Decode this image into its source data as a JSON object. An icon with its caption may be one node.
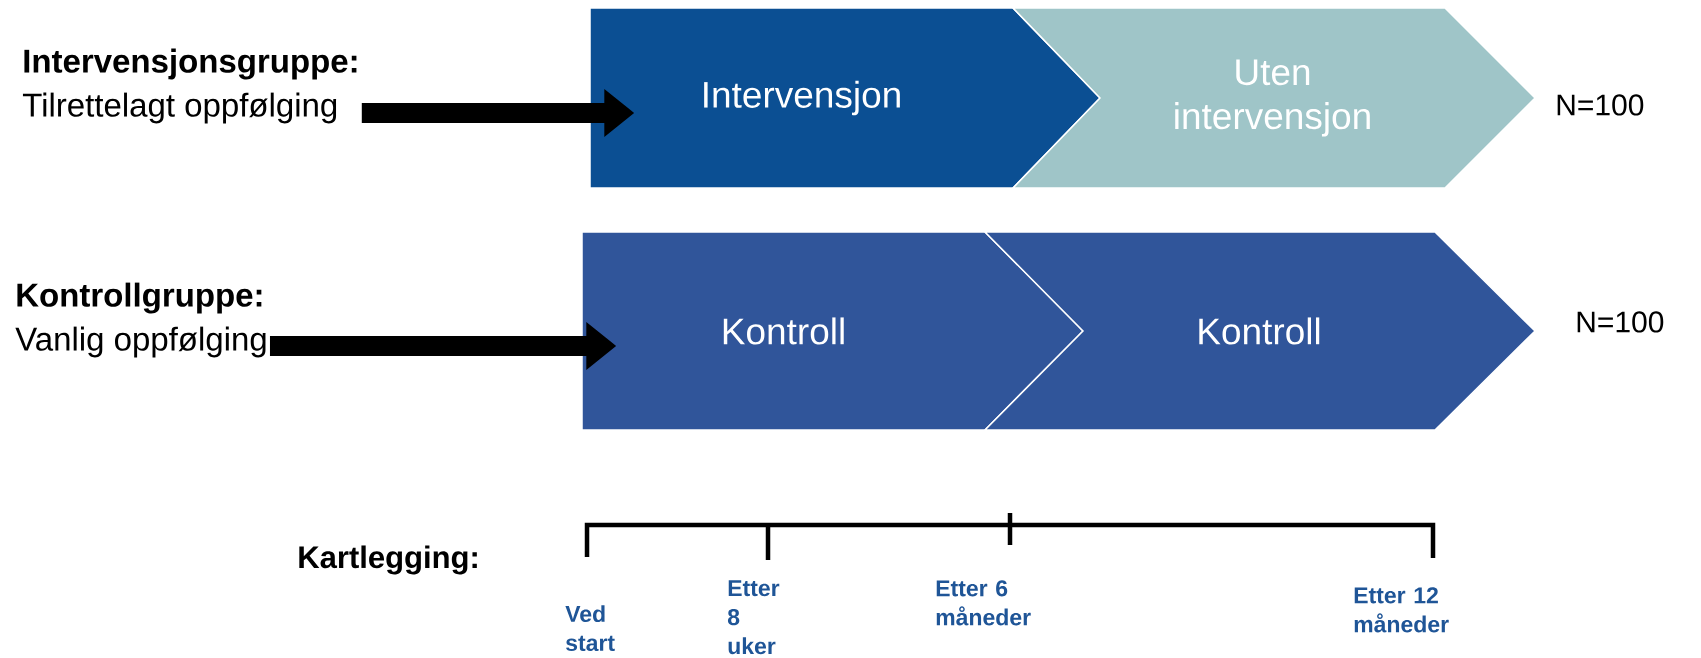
{
  "diagram": {
    "nodes": [
      {
        "text": [
          "Intervensjonsgruppe:",
          "Tilrettelagt oppfølging"
        ]
      },
      {
        "text": [
          "Intervensjon"
        ]
      },
      {
        "text": [
          "Uten intervensjon"
        ],
        "beside": [
          "N=100"
        ]
      },
      {
        "text": [
          "Kontrollgruppe:",
          "Vanlig oppfølging"
        ]
      },
      {
        "text": [
          "Kontroll"
        ]
      },
      {
        "text": [
          "Kontroll"
        ],
        "beside": [
          "N=100"
        ]
      }
    ],
    "edges": [
      {
        "from": 0,
        "to": 1,
        "arrow": "to"
      },
      {
        "from": 3,
        "to": 4,
        "arrow": "to"
      }
    ],
    "labels": [
      "Kartlegging:",
      "Ved start",
      "Etter 8 uker",
      "Etter 6 måneder",
      "Etter 12 måneder"
    ]
  }
}
